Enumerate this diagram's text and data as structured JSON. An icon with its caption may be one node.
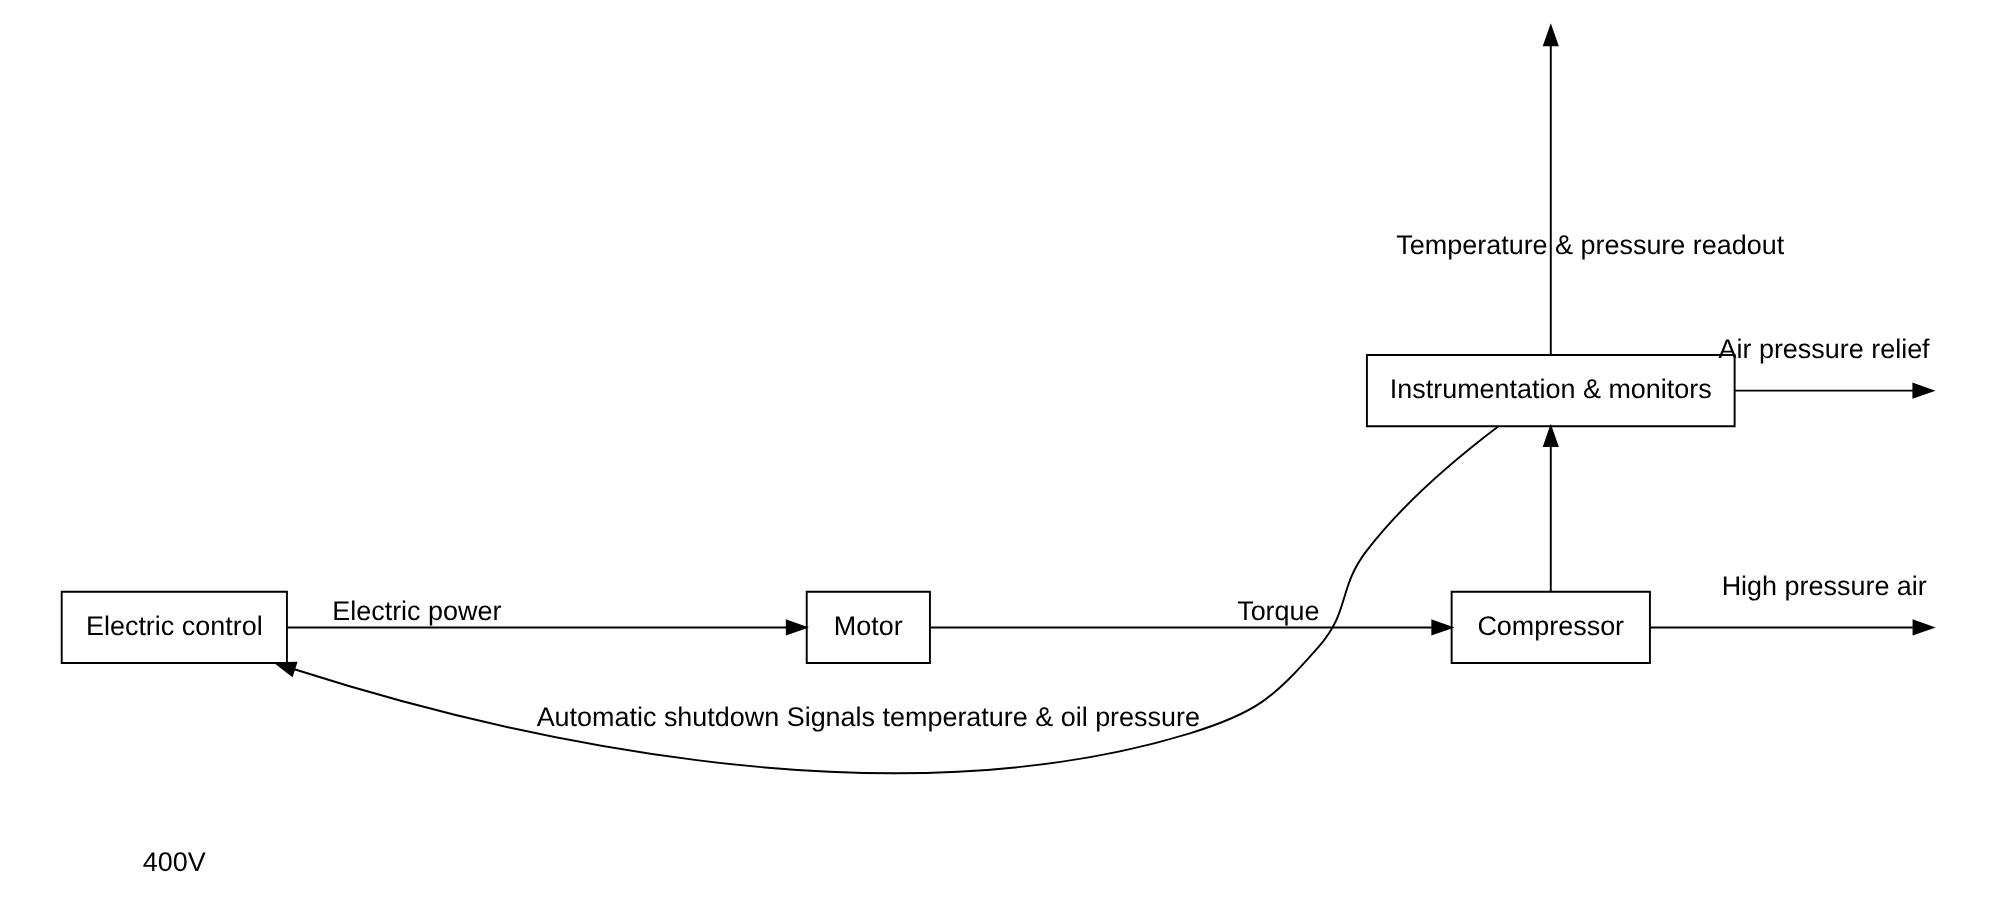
{
  "diagram": {
    "nodes": [
      {
        "text": [
          "Electric control"
        ]
      },
      {
        "text": [
          "Motor"
        ]
      },
      {
        "text": [
          "Compressor"
        ]
      },
      {
        "text": [
          "Instrumentation & monitors"
        ]
      }
    ],
    "edges": [
      {
        "from": 0,
        "to": 1,
        "arrow": "to",
        "label": "Electric power"
      },
      {
        "from": 1,
        "to": 2,
        "arrow": "to",
        "label": "Torque"
      },
      {
        "from": 2,
        "to": null,
        "arrow": "to",
        "label": "High pressure air"
      },
      {
        "from": 2,
        "to": 3,
        "arrow": "to"
      },
      {
        "from": 3,
        "to": null,
        "arrow": "to",
        "label": "Temperature & pressure readout"
      },
      {
        "from": 3,
        "to": null,
        "arrow": "to",
        "label": "Air pressure relief"
      },
      {
        "from": 3,
        "to": 0,
        "arrow": "to",
        "label": "Automatic shutdown Signals temperature & oil pressure"
      }
    ],
    "labels": [
      "400V"
    ]
  }
}
